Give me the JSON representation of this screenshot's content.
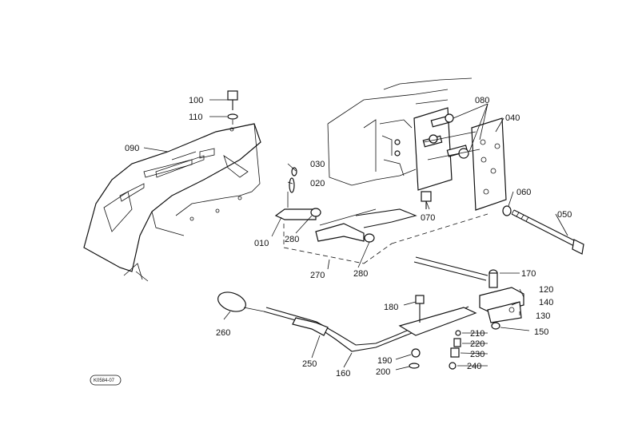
{
  "diagram": {
    "callouts": {
      "c010": "010",
      "c020": "020",
      "c030": "030",
      "c040": "040",
      "c050": "050",
      "c060": "060",
      "c070": "070",
      "c080": "080",
      "c090": "090",
      "c100": "100",
      "c110": "110",
      "c120": "120",
      "c130": "130",
      "c140": "140",
      "c150": "150",
      "c160": "160",
      "c170": "170",
      "c180": "180",
      "c190": "190",
      "c200": "200",
      "c210": "210",
      "c220": "220",
      "c230": "230",
      "c240": "240",
      "c250": "250",
      "c260": "260",
      "c270": "270",
      "c280a": "280",
      "c280b": "280"
    },
    "stamp": "K0584-07"
  }
}
